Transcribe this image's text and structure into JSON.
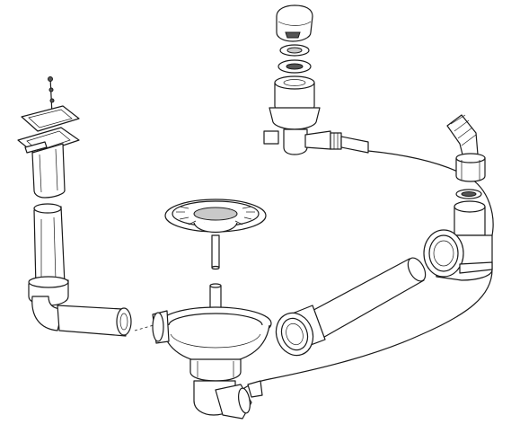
{
  "figure": {
    "caption": "",
    "parts": [
      {
        "id": "overflow-button"
      },
      {
        "id": "overflow-body"
      },
      {
        "id": "overflow-hose"
      },
      {
        "id": "hose-connector"
      },
      {
        "id": "tee-fitting"
      },
      {
        "id": "drain-pipe-long"
      },
      {
        "id": "basket-strainer"
      },
      {
        "id": "strainer-stem"
      },
      {
        "id": "waste-bowl"
      },
      {
        "id": "trap-elbow"
      },
      {
        "id": "tailpiece-pipe"
      },
      {
        "id": "pop-up-stopper"
      },
      {
        "id": "pop-up-frame"
      }
    ]
  }
}
